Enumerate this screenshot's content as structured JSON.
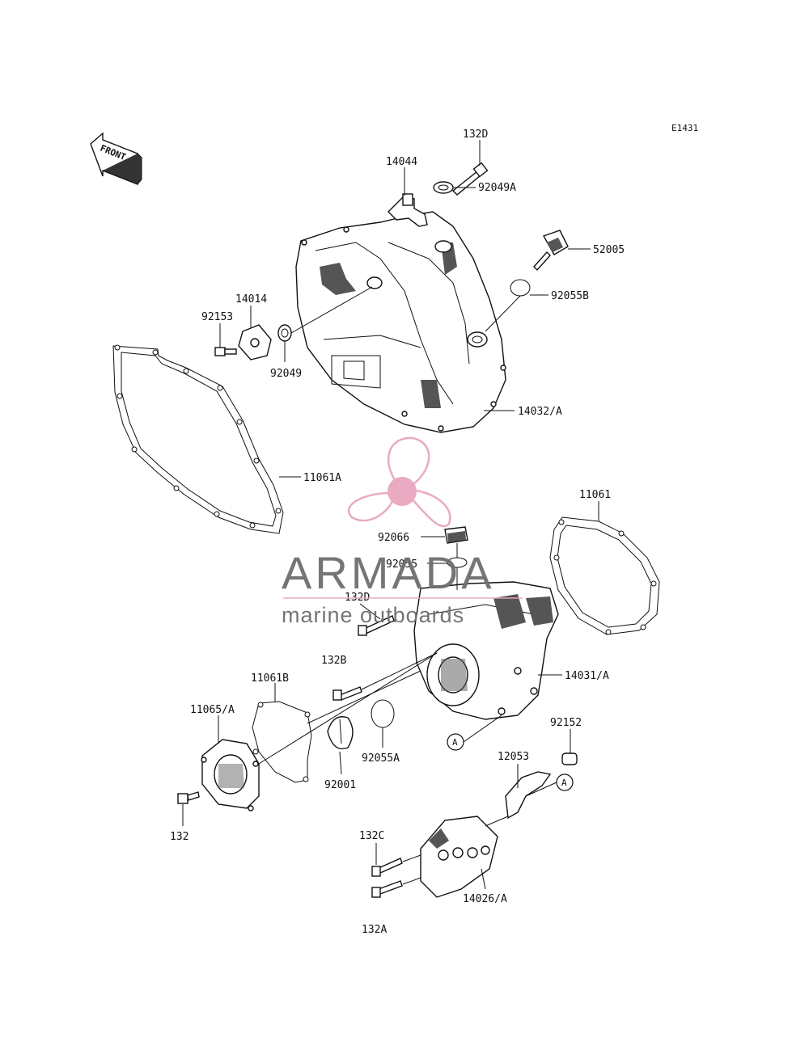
{
  "diagram_code": "E1431",
  "front_label": "FRONT",
  "parts": {
    "p132D_top": "132D",
    "p14044": "14044",
    "p92049A": "92049A",
    "p52005": "52005",
    "p92055B": "92055B",
    "p14014": "14014",
    "p92153": "92153",
    "p92049": "92049",
    "p14032A": "14032/A",
    "p11061A": "11061A",
    "p11061": "11061",
    "p92066": "92066",
    "p92055": "92055",
    "p132D_mid": "132D",
    "p132B": "132B",
    "p14031A": "14031/A",
    "p11061B": "11061B",
    "p11065A": "11065/A",
    "p92152": "92152",
    "p12053": "12053",
    "p92055A": "92055A",
    "p92001": "92001",
    "p132": "132",
    "p132C": "132C",
    "p14026A": "14026/A",
    "p132A": "132A"
  },
  "ref_marks": {
    "a1": "A",
    "a2": "A"
  },
  "watermark": {
    "brand": "ARMADA",
    "tagline": "marine outboards"
  },
  "colors": {
    "ink": "#111111",
    "watermark_pink": "#e8a6bf",
    "watermark_gray": "#6e6e6e"
  }
}
